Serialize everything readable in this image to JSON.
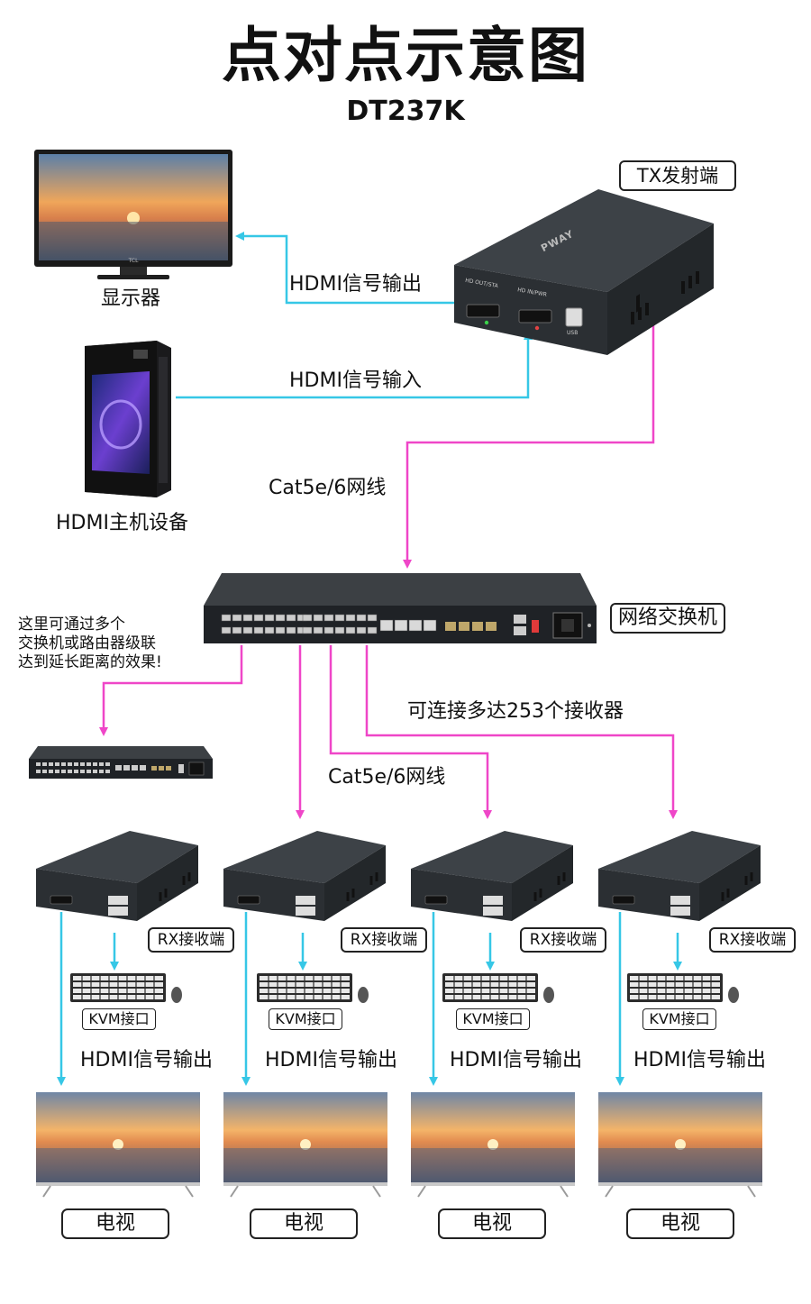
{
  "title": "点对点示意图",
  "model": "DT237K",
  "tx": {
    "box_label": "TX发射端",
    "brand": "PWAY",
    "port_out": "HD OUT/STA",
    "port_in": "HD IN/PWR",
    "port_usb": "USB"
  },
  "monitor": {
    "label": "显示器",
    "brand": "TCL"
  },
  "host": {
    "label": "HDMI主机设备"
  },
  "links": {
    "hdmi_out": "HDMI信号输出",
    "hdmi_in": "HDMI信号输入",
    "cat_top": "Cat5e/6网线",
    "cat_bottom": "Cat5e/6网线",
    "up_to": "可连接多达253个接收器"
  },
  "switch": {
    "box_label": "网络交换机"
  },
  "note": {
    "line1": "这里可通过多个",
    "line2": "交换机或路由器级联",
    "line3": "达到延长距离的效果!"
  },
  "receivers": [
    {
      "rx_label": "RX接收端",
      "kvm_label": "KVM接口",
      "hdmi_label": "HDMI信号输出",
      "tv_label": "电视"
    },
    {
      "rx_label": "RX接收端",
      "kvm_label": "KVM接口",
      "hdmi_label": "HDMI信号输出",
      "tv_label": "电视"
    },
    {
      "rx_label": "RX接收端",
      "kvm_label": "KVM接口",
      "hdmi_label": "HDMI信号输出",
      "tv_label": "电视"
    },
    {
      "rx_label": "RX接收端",
      "kvm_label": "KVM接口",
      "hdmi_label": "HDMI信号输出",
      "tv_label": "电视"
    }
  ],
  "colors": {
    "hdmi_line": "#36c7e6",
    "network_line": "#ef46c8",
    "device_body": "#2c3034",
    "device_top": "#3c4146"
  }
}
